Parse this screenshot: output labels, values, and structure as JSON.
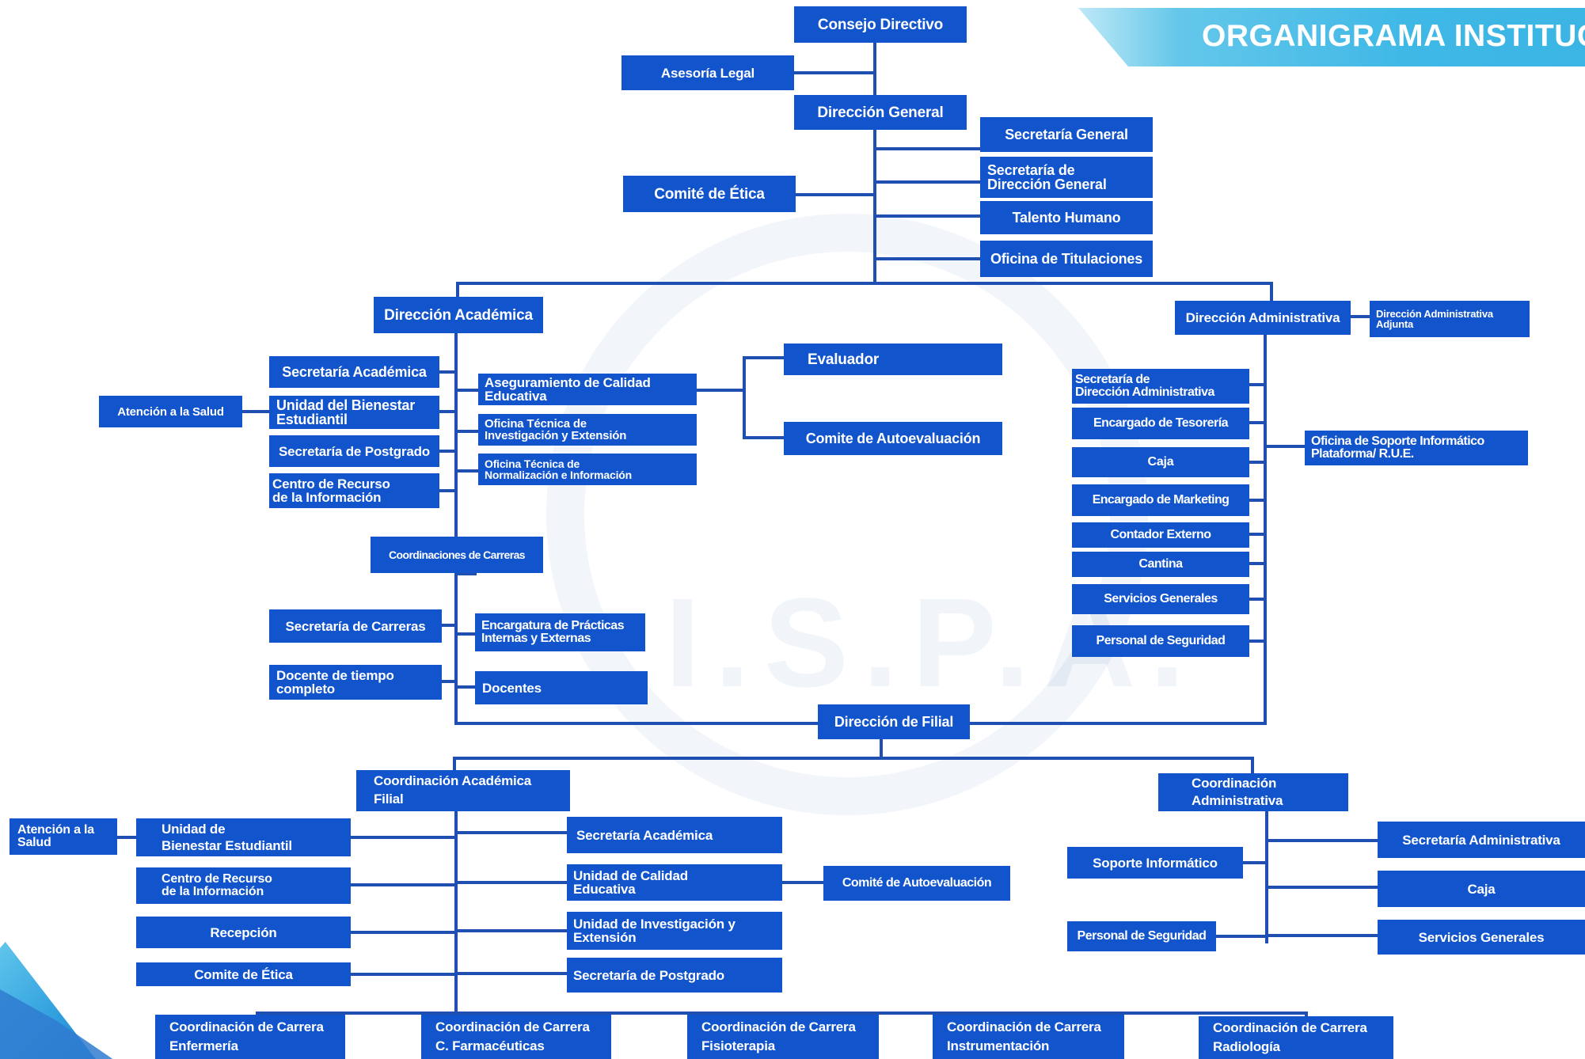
{
  "header": {
    "title": "ORGANIGRAMA INSTITUCIONAL"
  },
  "watermark": {
    "text": "I.S.P.A."
  },
  "colors": {
    "box": "#1154cc",
    "line": "#1f4fb0",
    "banner": "#3ab4e3",
    "text": "#ffffff"
  },
  "nodes": {
    "consejo_directivo": "Consejo Directivo",
    "asesoria_legal": "Asesoría Legal",
    "direccion_general": "Dirección General",
    "secretaria_general": "Secretaría General",
    "secretaria_direccion_general": "Secretaría de\nDirección General",
    "comite_etica": "Comité de Ética",
    "talento_humano": "Talento Humano",
    "oficina_titulaciones": "Oficina de Titulaciones",
    "direccion_academica": "Dirección Académica",
    "direccion_administrativa": "Dirección Administrativa",
    "direccion_administrativa_adjunta": "Dirección Administrativa\nAdjunta",
    "secretaria_academica": "Secretaría Académica",
    "atencion_salud": "Atención a la Salud",
    "unidad_bienestar": "Unidad del Bienestar\nEstudiantil",
    "secretaria_postgrado": "Secretaría de Postgrado",
    "centro_recurso": "Centro de Recurso\nde la Información",
    "aseguramiento_calidad": "Aseguramiento de Calidad\nEducativa",
    "oficina_investigacion": "Oficina Técnica de\nInvestigación y Extensión",
    "oficina_normalizacion": "Oficina Técnica de\nNormalización e Información",
    "evaluador": "Evaluador",
    "comite_autoevaluacion": "Comite de Autoevaluación",
    "coordinaciones_carreras": "Coordinaciones de Carreras",
    "secretaria_carreras": "Secretaría de Carreras",
    "encargatura_practicas": "Encargatura de Prácticas\nInternas y Externas",
    "docente_tiempo_completo": "Docente de tiempo\ncompleto",
    "docentes": "Docentes",
    "secretaria_direccion_administrativa": "Secretaría de\nDirección Administrativa",
    "encargado_tesoreria": "Encargado de Tesorería",
    "caja": "Caja",
    "encargado_marketing": "Encargado de Marketing",
    "contador_externo": "Contador Externo",
    "cantina": "Cantina",
    "servicios_generales": "Servicios Generales",
    "personal_seguridad": "Personal de Seguridad",
    "oficina_soporte": "Oficina de Soporte Informático\nPlataforma/ R.U.E.",
    "direccion_filial": "Dirección de Filial",
    "coordinacion_academica_filial": "Coordinación Académica\nFilial",
    "coordinacion_administrativa": "Coordinación\nAdministrativa",
    "f_atencion_salud": "Atención a la\nSalud",
    "f_unidad_bienestar": "Unidad de\nBienestar Estudiantil",
    "f_centro_recurso": "Centro de Recurso\nde la Información",
    "f_recepcion": "Recepción",
    "f_comite_etica": "Comite de Ética",
    "f_secretaria_academica": "Secretaría Académica",
    "f_unidad_calidad": "Unidad de Calidad\nEducativa",
    "f_comite_autoevaluacion": "Comité de Autoevaluación",
    "f_unidad_investigacion": "Unidad de Investigación y\nExtensión",
    "f_secretaria_postgrado": "Secretaría de Postgrado",
    "f_soporte_informatico": "Soporte Informático",
    "f_personal_seguridad": "Personal de Seguridad",
    "f_secretaria_administrativa": "Secretaría Administrativa",
    "f_caja": "Caja",
    "f_servicios_generales": "Servicios Generales",
    "cc_enfermeria": "Coordinación de Carrera\nEnfermería",
    "cc_farmaceuticas": "Coordinación de Carrera\nC. Farmacéuticas",
    "cc_fisioterapia": "Coordinación de Carrera\nFisioterapia",
    "cc_instrumentacion": "Coordinación de Carrera\nInstrumentación",
    "cc_radiologia": "Coordinación de Carrera\nRadiología"
  }
}
